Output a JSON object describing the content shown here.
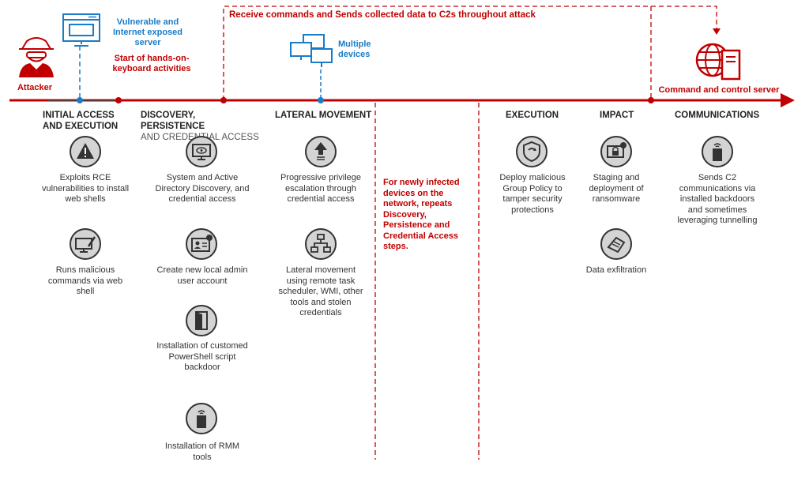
{
  "actors": {
    "attacker": "Attacker",
    "server": "Vulnerable and Internet exposed server",
    "hands_on": "Start of hands-on-keyboard activities",
    "devices": "Multiple devices",
    "c2": "Command and control server",
    "top_banner": "Receive commands and Sends collected data to C2s throughout attack"
  },
  "phases": {
    "initial": {
      "title": "INITIAL ACCESS AND EXECUTION",
      "items": [
        "Exploits RCE vulnerabilities to install web shells",
        "Runs malicious commands via web shell"
      ]
    },
    "discovery": {
      "title": "DISCOVERY, PERSISTENCE",
      "subtitle": "AND CREDENTIAL ACCESS",
      "items": [
        "System and Active Directory Discovery, and credential access",
        "Create new local admin user account",
        "Installation of customed PowerShell script backdoor",
        "Installation of RMM tools"
      ]
    },
    "lateral": {
      "title": "LATERAL MOVEMENT",
      "items": [
        "Progressive privilege escalation through credential access",
        "Lateral movement using remote task scheduler, WMI, other tools and stolen credentials"
      ]
    },
    "repeat_note": "For newly infected devices on the network, repeats Discovery, Persistence and Credential Access steps.",
    "execution": {
      "title": "EXECUTION",
      "items": [
        "Deploy malicious Group Policy to tamper security protections"
      ]
    },
    "impact": {
      "title": "IMPACT",
      "items": [
        "Staging and deployment of ransomware",
        "Data exfiltration"
      ]
    },
    "communications": {
      "title": "COMMUNICATIONS",
      "items": [
        "Sends C2 communications via installed backdoors and sometimes leveraging tunnelling"
      ]
    }
  },
  "colors": {
    "red": "#c00000",
    "blue": "#1a7cc6",
    "icon_bg": "#d4d4d4"
  },
  "icons": [
    "hacker-icon",
    "window-icon",
    "devices-icon",
    "globe-server-icon",
    "warning-icon",
    "web-shell-icon",
    "eye-monitor-icon",
    "user-card-icon",
    "door-icon",
    "remote-device-icon",
    "up-arrow-icon",
    "network-icon",
    "shield-icon",
    "ransom-lock-icon",
    "exfil-icon",
    "c2-device-icon"
  ]
}
